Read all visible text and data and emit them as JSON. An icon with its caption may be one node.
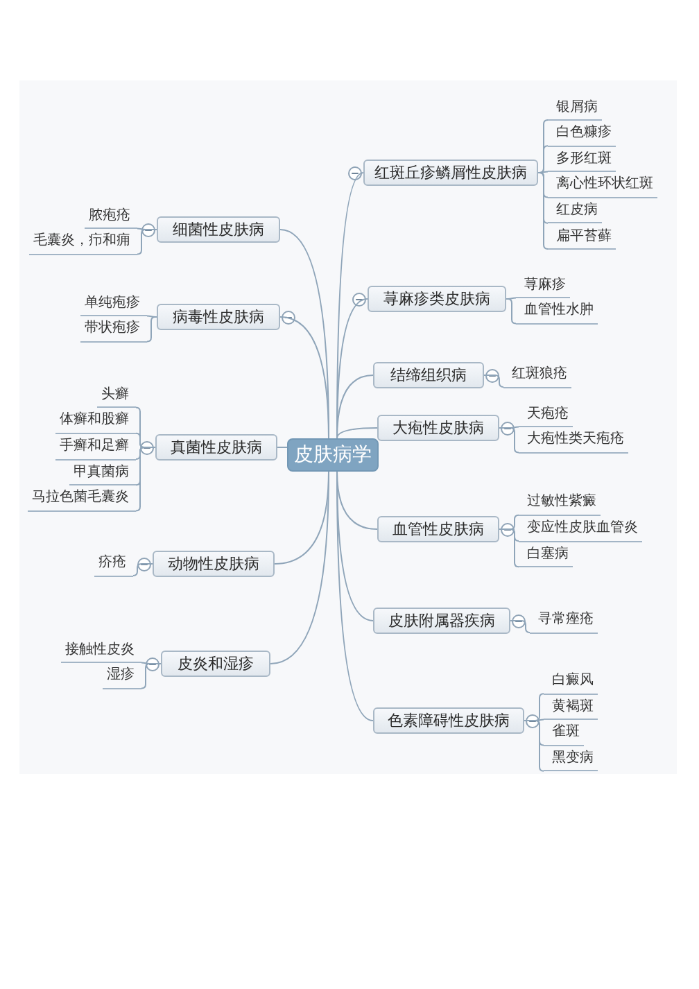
{
  "diagram": {
    "nodes": [
      {
        "text": [
          "皮肤病学"
        ]
      },
      {
        "text": [
          "红斑丘疹鳞屑性皮肤病"
        ]
      },
      {
        "text": [
          "银屑病"
        ]
      },
      {
        "text": [
          "白色糠疹"
        ]
      },
      {
        "text": [
          "多形红斑"
        ]
      },
      {
        "text": [
          "离心性环状红斑"
        ]
      },
      {
        "text": [
          "红皮病"
        ]
      },
      {
        "text": [
          "扁平苔藓"
        ]
      },
      {
        "text": [
          "荨麻疹类皮肤病"
        ]
      },
      {
        "text": [
          "荨麻疹"
        ]
      },
      {
        "text": [
          "血管性水肿"
        ]
      },
      {
        "text": [
          "结缔组织病"
        ]
      },
      {
        "text": [
          "红斑狼疮"
        ]
      },
      {
        "text": [
          "大疱性皮肤病"
        ]
      },
      {
        "text": [
          "天疱疮"
        ]
      },
      {
        "text": [
          "大疱性类天疱疮"
        ]
      },
      {
        "text": [
          "血管性皮肤病"
        ]
      },
      {
        "text": [
          "过敏性紫癜"
        ]
      },
      {
        "text": [
          "变应性皮肤血管炎"
        ]
      },
      {
        "text": [
          "白塞病"
        ]
      },
      {
        "text": [
          "皮肤附属器疾病"
        ]
      },
      {
        "text": [
          "寻常痤疮"
        ]
      },
      {
        "text": [
          "色素障碍性皮肤病"
        ]
      },
      {
        "text": [
          "白癜风"
        ]
      },
      {
        "text": [
          "黄褐斑"
        ]
      },
      {
        "text": [
          "雀斑"
        ]
      },
      {
        "text": [
          "黑变病"
        ]
      },
      {
        "text": [
          "细菌性皮肤病"
        ]
      },
      {
        "text": [
          "脓疱疮"
        ]
      },
      {
        "text": [
          "毛囊炎，疖和痈"
        ]
      },
      {
        "text": [
          "病毒性皮肤病"
        ]
      },
      {
        "text": [
          "单纯疱疹"
        ]
      },
      {
        "text": [
          "带状疱疹"
        ]
      },
      {
        "text": [
          "真菌性皮肤病"
        ]
      },
      {
        "text": [
          "头癣"
        ]
      },
      {
        "text": [
          "体癣和股癣"
        ]
      },
      {
        "text": [
          "手癣和足癣"
        ]
      },
      {
        "text": [
          "甲真菌病"
        ]
      },
      {
        "text": [
          "马拉色菌毛囊炎"
        ]
      },
      {
        "text": [
          "动物性皮肤病"
        ]
      },
      {
        "text": [
          "疥疮"
        ]
      },
      {
        "text": [
          "皮炎和湿疹"
        ]
      },
      {
        "text": [
          "接触性皮炎"
        ]
      },
      {
        "text": [
          "湿疹"
        ]
      }
    ],
    "edges": [
      {
        "from": 0,
        "to": 1,
        "arrow": "none"
      },
      {
        "from": 1,
        "to": 2,
        "arrow": "none"
      },
      {
        "from": 1,
        "to": 3,
        "arrow": "none"
      },
      {
        "from": 1,
        "to": 4,
        "arrow": "none"
      },
      {
        "from": 1,
        "to": 5,
        "arrow": "none"
      },
      {
        "from": 1,
        "to": 6,
        "arrow": "none"
      },
      {
        "from": 1,
        "to": 7,
        "arrow": "none"
      },
      {
        "from": 0,
        "to": 8,
        "arrow": "none"
      },
      {
        "from": 8,
        "to": 9,
        "arrow": "none"
      },
      {
        "from": 8,
        "to": 10,
        "arrow": "none"
      },
      {
        "from": 0,
        "to": 11,
        "arrow": "none"
      },
      {
        "from": 11,
        "to": 12,
        "arrow": "none"
      },
      {
        "from": 0,
        "to": 13,
        "arrow": "none"
      },
      {
        "from": 13,
        "to": 14,
        "arrow": "none"
      },
      {
        "from": 13,
        "to": 15,
        "arrow": "none"
      },
      {
        "from": 0,
        "to": 16,
        "arrow": "none"
      },
      {
        "from": 16,
        "to": 17,
        "arrow": "none"
      },
      {
        "from": 16,
        "to": 18,
        "arrow": "none"
      },
      {
        "from": 16,
        "to": 19,
        "arrow": "none"
      },
      {
        "from": 0,
        "to": 20,
        "arrow": "none"
      },
      {
        "from": 20,
        "to": 21,
        "arrow": "none"
      },
      {
        "from": 0,
        "to": 22,
        "arrow": "none"
      },
      {
        "from": 22,
        "to": 23,
        "arrow": "none"
      },
      {
        "from": 22,
        "to": 24,
        "arrow": "none"
      },
      {
        "from": 22,
        "to": 25,
        "arrow": "none"
      },
      {
        "from": 22,
        "to": 26,
        "arrow": "none"
      },
      {
        "from": 0,
        "to": 27,
        "arrow": "none"
      },
      {
        "from": 27,
        "to": 28,
        "arrow": "none"
      },
      {
        "from": 27,
        "to": 29,
        "arrow": "none"
      },
      {
        "from": 0,
        "to": 30,
        "arrow": "none"
      },
      {
        "from": 30,
        "to": 31,
        "arrow": "none"
      },
      {
        "from": 30,
        "to": 32,
        "arrow": "none"
      },
      {
        "from": 0,
        "to": 33,
        "arrow": "none"
      },
      {
        "from": 33,
        "to": 34,
        "arrow": "none"
      },
      {
        "from": 33,
        "to": 35,
        "arrow": "none"
      },
      {
        "from": 33,
        "to": 36,
        "arrow": "none"
      },
      {
        "from": 33,
        "to": 37,
        "arrow": "none"
      },
      {
        "from": 33,
        "to": 38,
        "arrow": "none"
      },
      {
        "from": 0,
        "to": 39,
        "arrow": "none"
      },
      {
        "from": 39,
        "to": 40,
        "arrow": "none"
      },
      {
        "from": 0,
        "to": 41,
        "arrow": "none"
      },
      {
        "from": 41,
        "to": 42,
        "arrow": "none"
      },
      {
        "from": 41,
        "to": 43,
        "arrow": "none"
      }
    ]
  }
}
